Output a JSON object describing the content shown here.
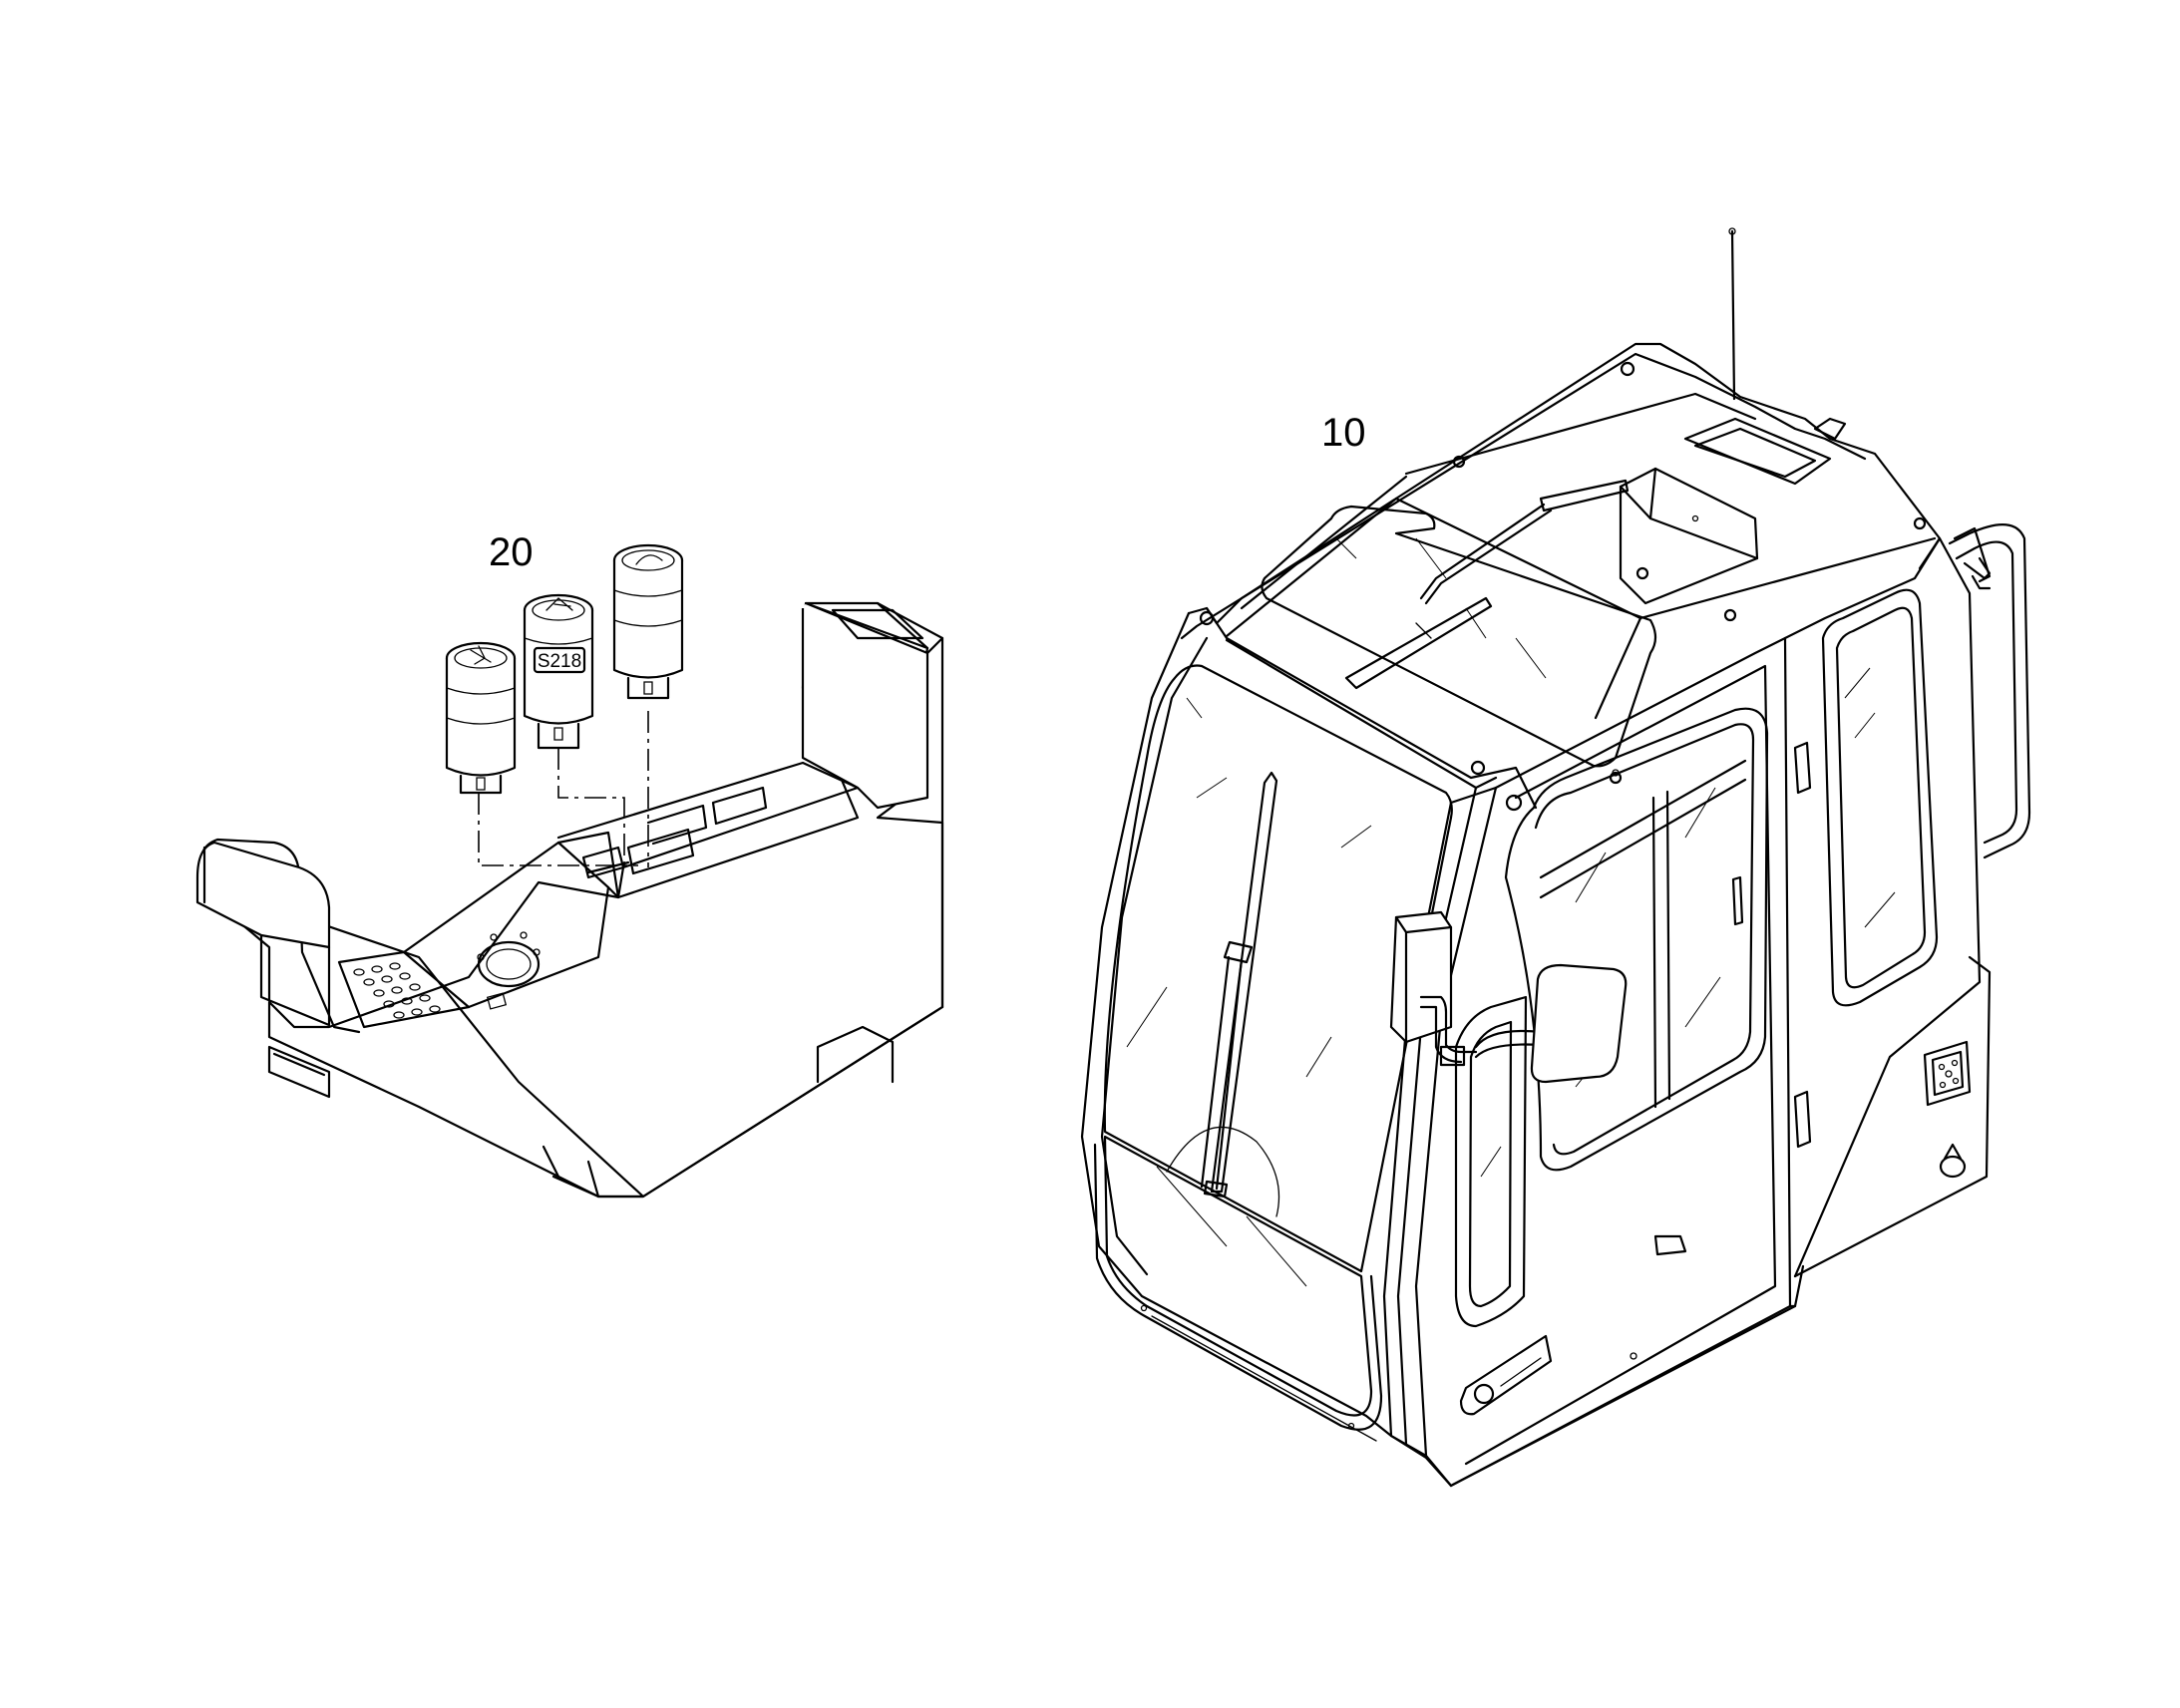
{
  "callouts": {
    "cab": "10",
    "switches": "20"
  },
  "switch_label": "S218",
  "colors": {
    "ink": "#000000",
    "paper": "#ffffff"
  }
}
